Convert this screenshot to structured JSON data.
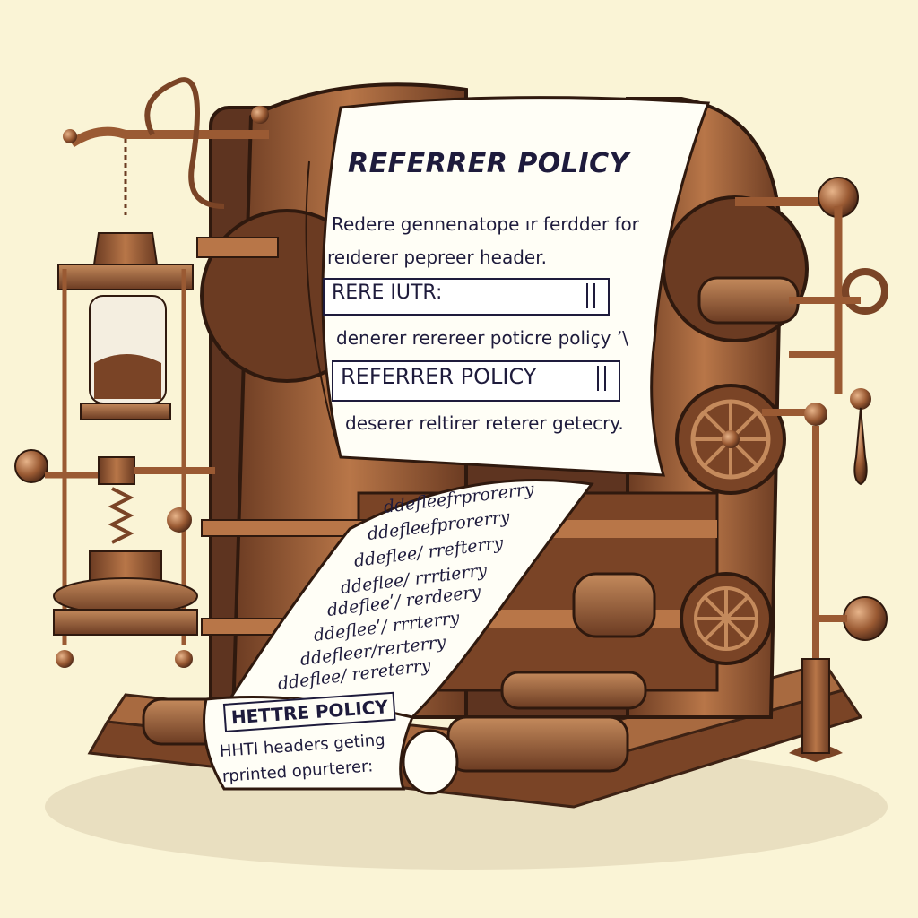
{
  "paper": {
    "title": "REFERRER POLICY",
    "line1": "Redere gennenatope ır ferdder for",
    "line2": "reıderer pepreer header.",
    "field1": "RERE IUTR:",
    "line3": "denerer rerereer poticre poliçy",
    "line3_mark": "ʼ\\",
    "field2": "REFERRER POLICY",
    "line4": "deserer reltirer reterer getecry."
  },
  "tape": {
    "lines": [
      "ddefleefrprorerry",
      "ddefleefprorerry",
      "ddeflee/ rrefterry",
      "ddeflee/ rrrtierry",
      "ddefleeʹ/ rerdeery",
      "ddefleeʹ/ rrrterry",
      "ddefleer/rerterry",
      "ddeflee/ rereterry"
    ],
    "lower_title": "HETTRE POLICY",
    "lower_line1": "HHTI headers geting",
    "lower_line2": "rprinted opurterer:"
  },
  "colors": {
    "background": "#faf4d6",
    "copper": "#9a5a33",
    "copper_dark": "#5e3420",
    "copper_light": "#c48a5c",
    "paper": "#fffef6",
    "ink": "#1e1b3c"
  }
}
